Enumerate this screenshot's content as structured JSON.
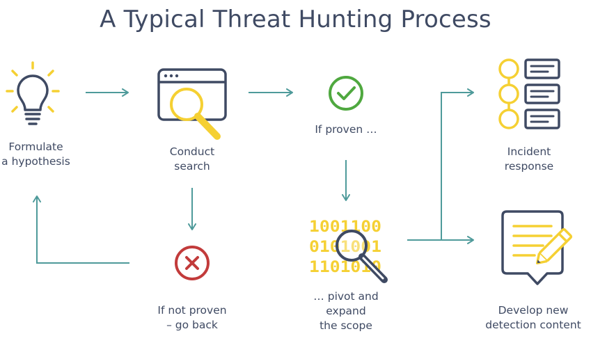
{
  "title": "A Typical Threat Hunting Process",
  "colors": {
    "teal": "#4e9a9a",
    "yellow": "#f5d033",
    "navy": "#3f4a63",
    "green": "#4fa83f",
    "red": "#c23b3b"
  },
  "nodes": {
    "hypothesis": {
      "icon": "lightbulb-icon",
      "lines": [
        "Formulate",
        "a hypothesis"
      ]
    },
    "search": {
      "icon": "browser-search-icon",
      "lines": [
        "Conduct",
        "search"
      ]
    },
    "proven": {
      "icon": "check-circle-icon",
      "lines": [
        "If proven …"
      ]
    },
    "not_proven": {
      "icon": "x-circle-icon",
      "lines": [
        "If not proven",
        "– go back"
      ]
    },
    "pivot": {
      "icon": "binary-magnifier-icon",
      "lines": [
        "… pivot and",
        "expand",
        "the scope"
      ],
      "binary_rows": [
        "1001100",
        "0101001",
        "1101010"
      ]
    },
    "incident": {
      "icon": "checklist-icon",
      "lines": [
        "Incident",
        "response"
      ]
    },
    "detection": {
      "icon": "document-pencil-icon",
      "lines": [
        "Develop new",
        "detection content"
      ]
    }
  }
}
